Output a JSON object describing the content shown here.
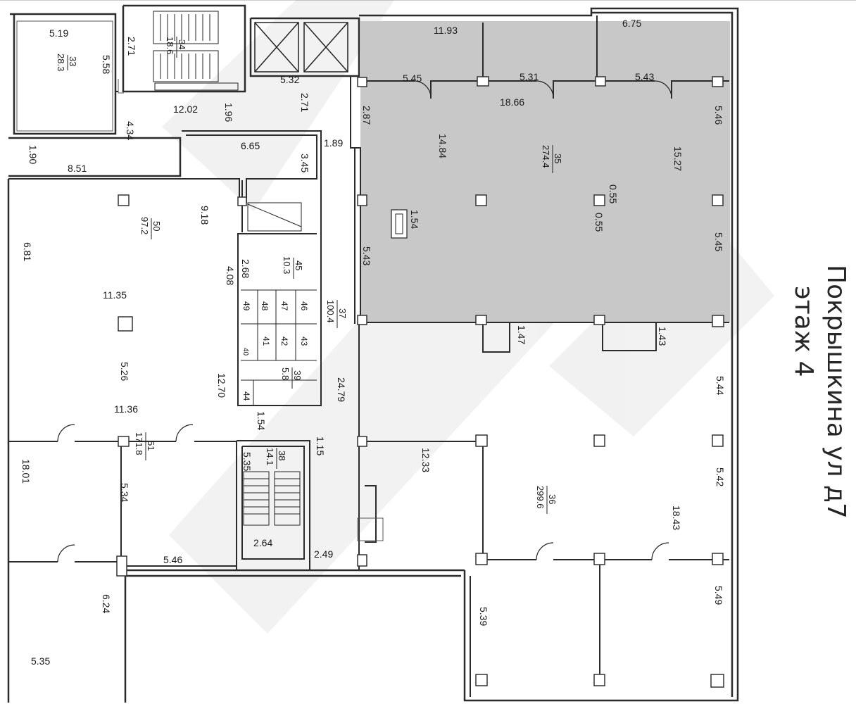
{
  "address": {
    "line1": "Покрышкина ул д7",
    "line2": "этаж 4"
  },
  "colors": {
    "highlight_room": "#c8c8c8",
    "wall": "#2b2b2b",
    "background": "#ffffff"
  },
  "rooms": [
    {
      "number": "33",
      "area": "28.3"
    },
    {
      "number": "34",
      "area": "18.6"
    },
    {
      "number": "35",
      "area": "274.4"
    },
    {
      "number": "36",
      "area": "299.6"
    },
    {
      "number": "37",
      "area": "100.4"
    },
    {
      "number": "38",
      "area": "14.1"
    },
    {
      "number": "39",
      "area": "5.8"
    },
    {
      "number": "45",
      "area": "10.3"
    },
    {
      "number": "50",
      "area": "97.2"
    },
    {
      "number": "51",
      "area": "171.8"
    }
  ],
  "small_rooms": [
    "40",
    "41",
    "42",
    "43",
    "44",
    "46",
    "47",
    "48",
    "49"
  ],
  "dimensions": [
    "5.19",
    "5.58",
    "2.71",
    "12.02",
    "1.96",
    "5.32",
    "2.71",
    "4.34",
    "1.90",
    "8.51",
    "6.65",
    "3.45",
    "1.89",
    "9.18",
    "6.81",
    "11.35",
    "4.08",
    "2.68",
    "5.26",
    "11.36",
    "12.70",
    "1.54",
    "1.15",
    "5.35",
    "18.01",
    "5.34",
    "5.46",
    "2.64",
    "2.49",
    "6.24",
    "5.35",
    "11.93",
    "6.75",
    "5.45",
    "5.31",
    "5.43",
    "18.66",
    "2.87",
    "14.84",
    "15.27",
    "5.46",
    "0.55",
    "0.55",
    "1.54",
    "5.43",
    "5.45",
    "24.79",
    "1.47",
    "1.43",
    "5.44",
    "12.33",
    "5.42",
    "18.43",
    "5.39",
    "5.49"
  ]
}
